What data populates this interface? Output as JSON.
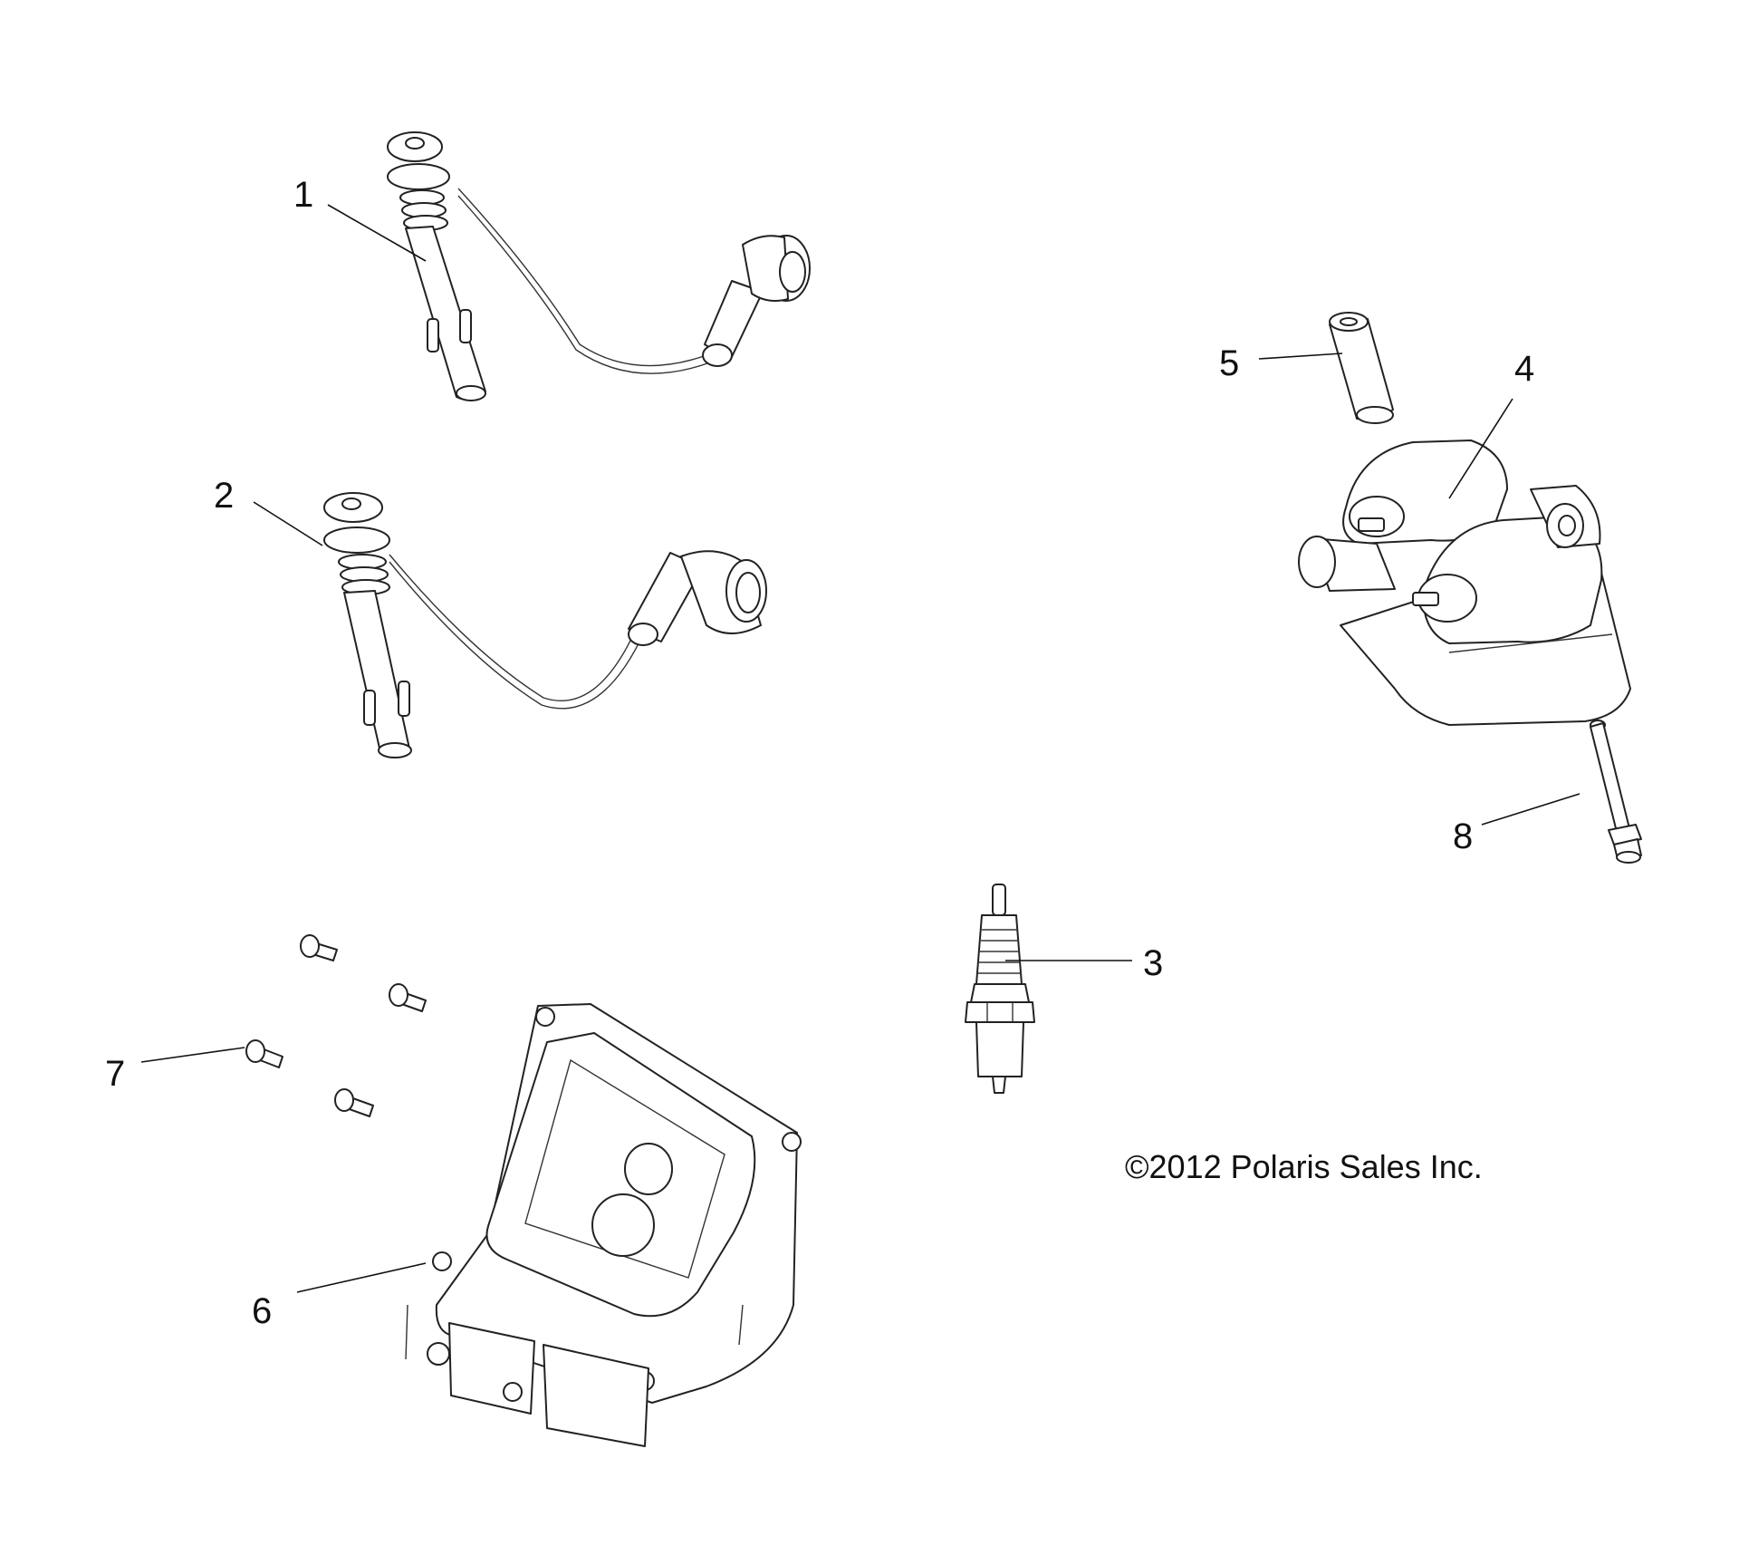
{
  "copyright": "©2012 Polaris Sales Inc.",
  "callouts": {
    "c1": "1",
    "c2": "2",
    "c3": "3",
    "c4": "4",
    "c5": "5",
    "c6": "6",
    "c7": "7",
    "c8": "8"
  }
}
